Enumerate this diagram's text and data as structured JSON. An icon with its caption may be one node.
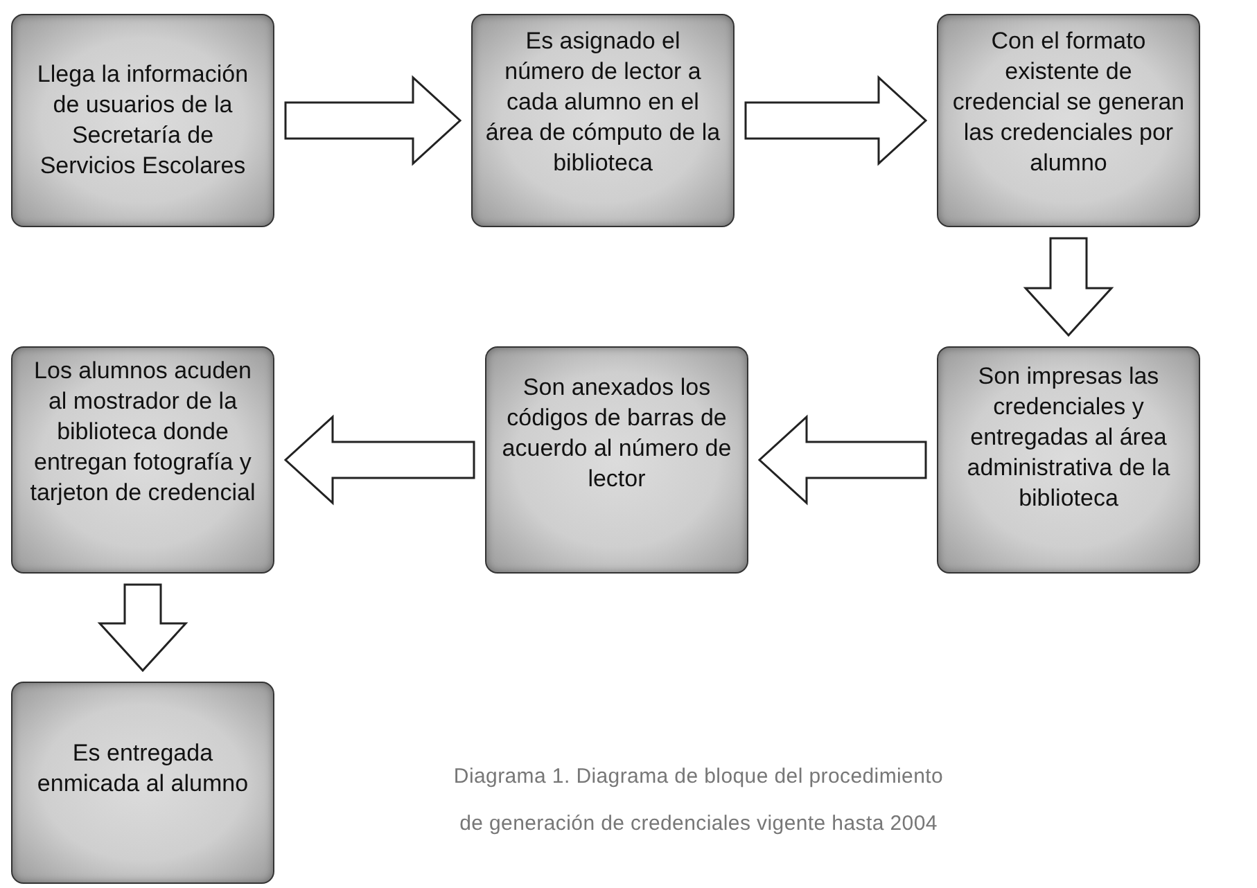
{
  "diagram": {
    "caption": "Diagrama 1. Diagrama de bloque del procedimiento de generación de credenciales vigente hasta 2004",
    "nodes": [
      {
        "text": [
          "Llega la información de usuarios de la Secretaría de Servicios Escolares"
        ]
      },
      {
        "text": [
          "Es asignado el número de lector a cada alumno en el área de cómputo de la biblioteca"
        ]
      },
      {
        "text": [
          "Con el formato existente de credencial se generan las credenciales por alumno"
        ]
      },
      {
        "text": [
          "Son impresas las credenciales y entregadas al área administrativa de la biblioteca"
        ]
      },
      {
        "text": [
          "Son anexados los códigos de barras de acuerdo al número de lector"
        ]
      },
      {
        "text": [
          "Los alumnos acuden al mostrador de la biblioteca donde entregan fotografía y tarjeton de credencial"
        ]
      },
      {
        "text": [
          "Es entregada enmicada al alumno"
        ]
      }
    ],
    "edges": [
      {
        "from": 0,
        "to": 1,
        "arrow": "to"
      },
      {
        "from": 1,
        "to": 2,
        "arrow": "to"
      },
      {
        "from": 2,
        "to": 3,
        "arrow": "to"
      },
      {
        "from": 3,
        "to": 4,
        "arrow": "to"
      },
      {
        "from": 4,
        "to": 5,
        "arrow": "to"
      },
      {
        "from": 5,
        "to": 6,
        "arrow": "to"
      }
    ]
  }
}
